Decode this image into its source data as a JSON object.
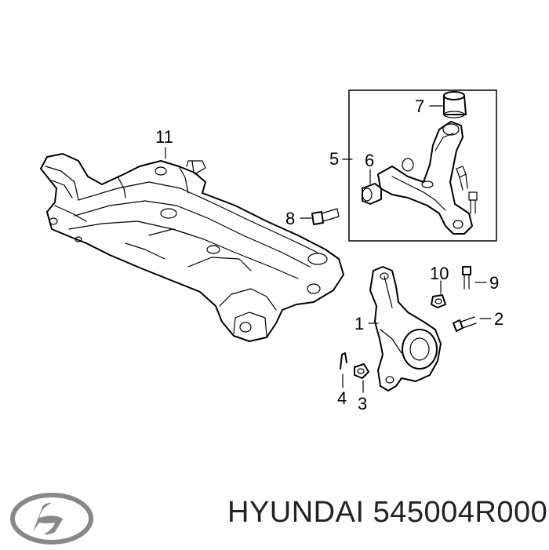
{
  "diagram": {
    "labels": {
      "p1": "1",
      "p2": "2",
      "p3": "3",
      "p4": "4",
      "p5": "5",
      "p6": "6",
      "p7": "7",
      "p8": "8",
      "p9": "9",
      "p10": "10",
      "p11": "11"
    }
  },
  "footer": {
    "brand": "HYUNDAI",
    "part_number": "545004R000",
    "logo_icon": "hyundai-logo-icon"
  }
}
